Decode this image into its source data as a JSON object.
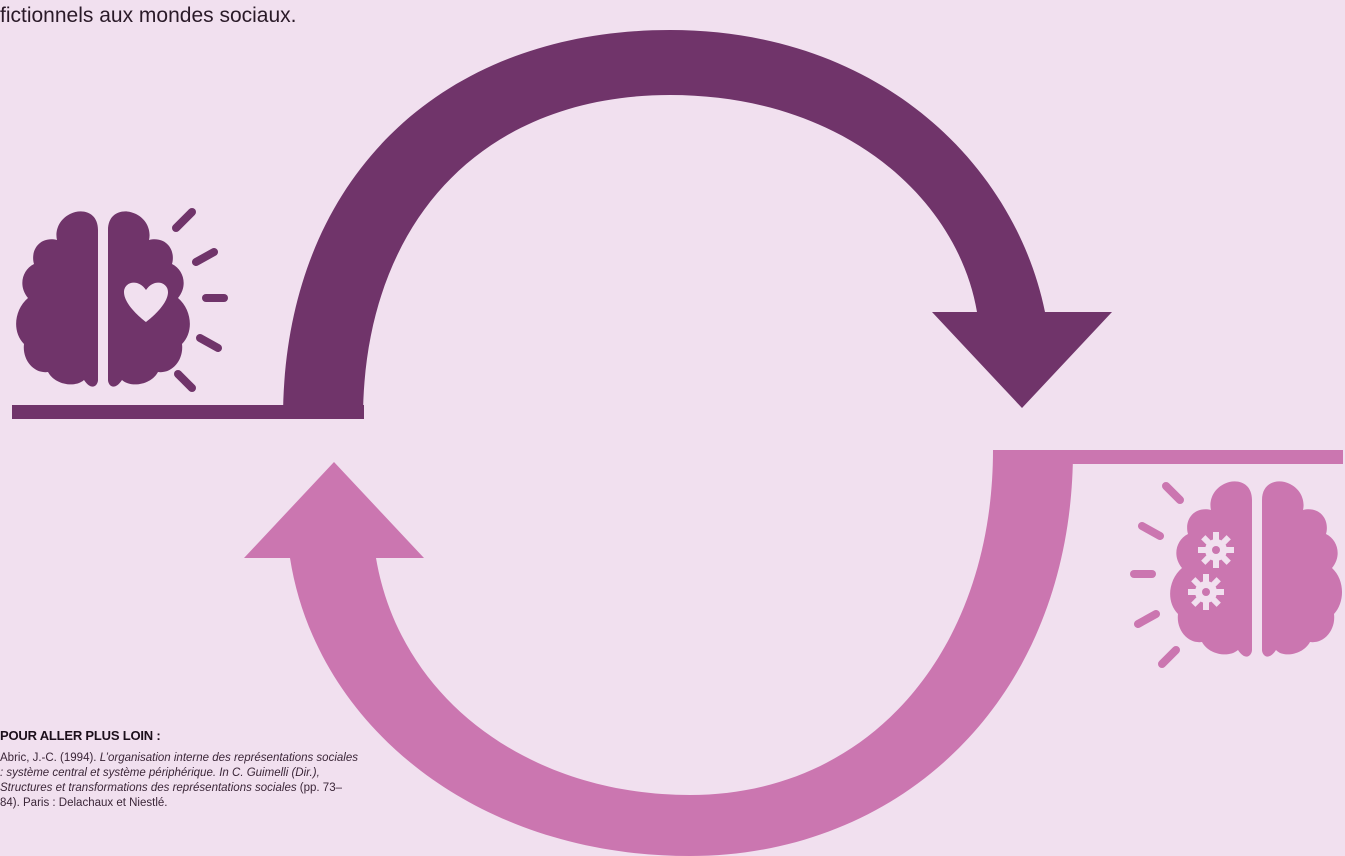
{
  "intro_text": "fictionnels aux mondes sociaux.",
  "further_reading": {
    "heading": "POUR ALLER PLUS LOIN :",
    "ref_authors": "Abric, J.-C. (1994). ",
    "ref_title": "L’organisation interne des représentations sociales : système central et système périphérique. In C. Guimelli (Dir.), Structures et transformations des représentations sociales",
    "ref_rest": " (pp. 73–84). Paris : Delachaux et Niestlé."
  },
  "colors": {
    "background": "#f1e0ef",
    "dark_purple": "#70346a",
    "pink": "#cb76b0"
  },
  "icons": {
    "left": "brain-heart-icon",
    "right": "brain-gears-icon"
  }
}
